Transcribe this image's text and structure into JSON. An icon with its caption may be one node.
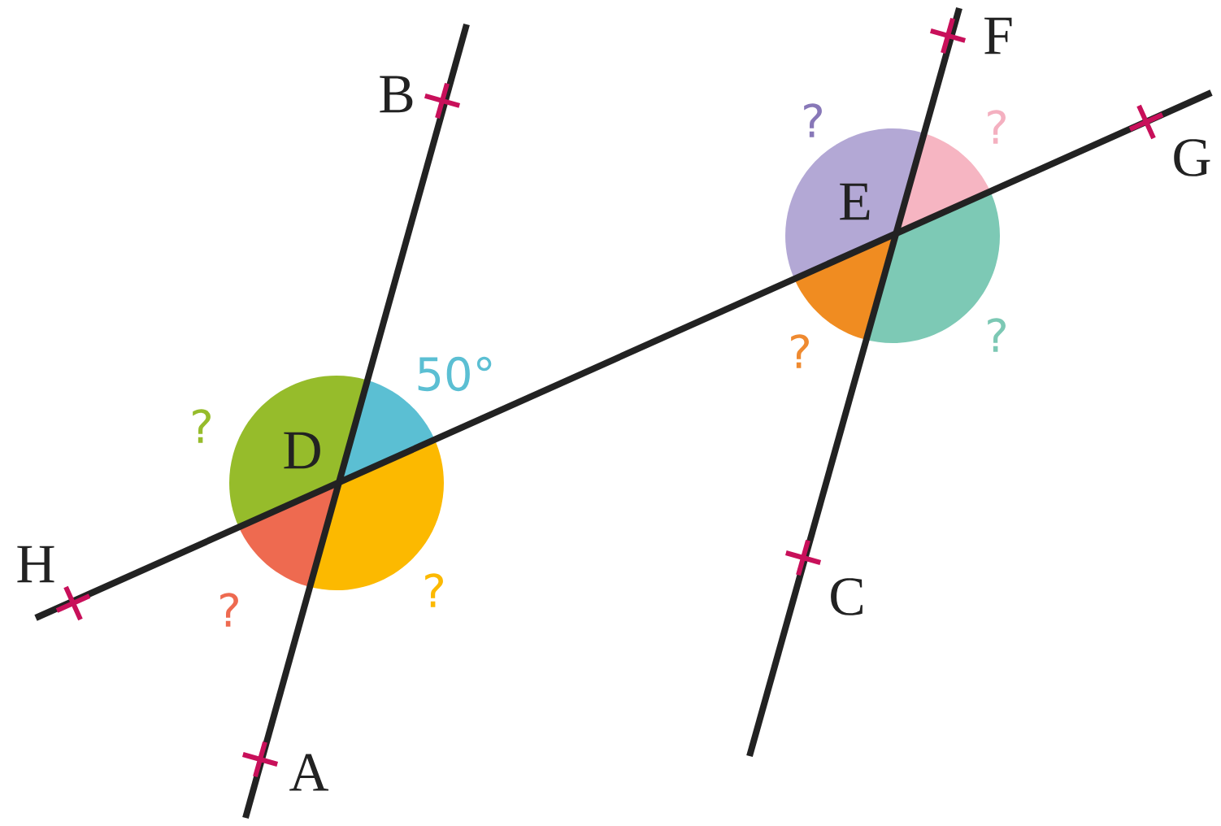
{
  "diagram": {
    "labels": [
      "F",
      "B",
      "?",
      "?",
      "G",
      "E",
      "50°",
      "?",
      "?",
      "?",
      "D",
      "H",
      "?",
      "?",
      "C",
      "A"
    ]
  }
}
